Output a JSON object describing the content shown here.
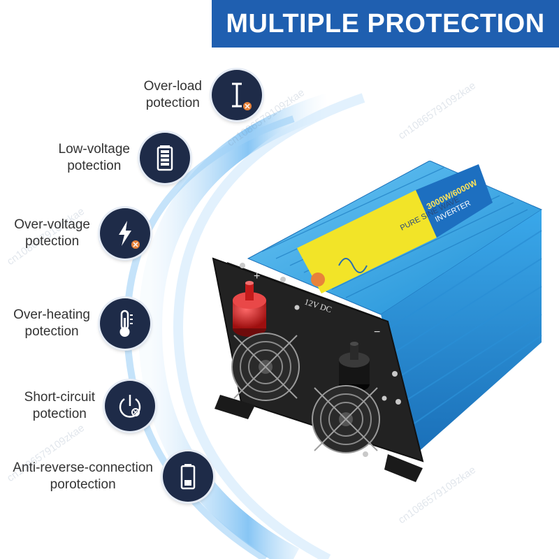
{
  "header": {
    "title": "MULTIPLE PROTECTION"
  },
  "features": [
    {
      "line1": "Over-load",
      "line2": "potection",
      "icon": "current-i-icon"
    },
    {
      "line1": "Low-voltage",
      "line2": "potection",
      "icon": "battery-level-icon"
    },
    {
      "line1": "Over-voltage",
      "line2": "potection",
      "icon": "lightning-icon"
    },
    {
      "line1": "Over-heating",
      "line2": "potection",
      "icon": "thermometer-icon"
    },
    {
      "line1": "Short-circuit",
      "line2": "potection",
      "icon": "short-circuit-icon"
    },
    {
      "line1": "Anti-reverse-connection",
      "line2": "porotection",
      "icon": "battery-icon"
    }
  ],
  "product": {
    "label_power": "3000W/6000W",
    "label_inverter": "INVERTER",
    "label_wave": "PURE SINE WAVE",
    "label_voltage": "12V DC",
    "plus": "+",
    "minus": "−"
  },
  "watermark": "cn1086579109zkae",
  "colors": {
    "banner": "#1f5fb0",
    "icon_circle": "#1e2b48",
    "arc": "#5aaef0",
    "inverter_body": "#2b9fe0",
    "label_yellow": "#f2e428",
    "positive_terminal": "#c41b1b",
    "badge_orange": "#e8823a"
  }
}
